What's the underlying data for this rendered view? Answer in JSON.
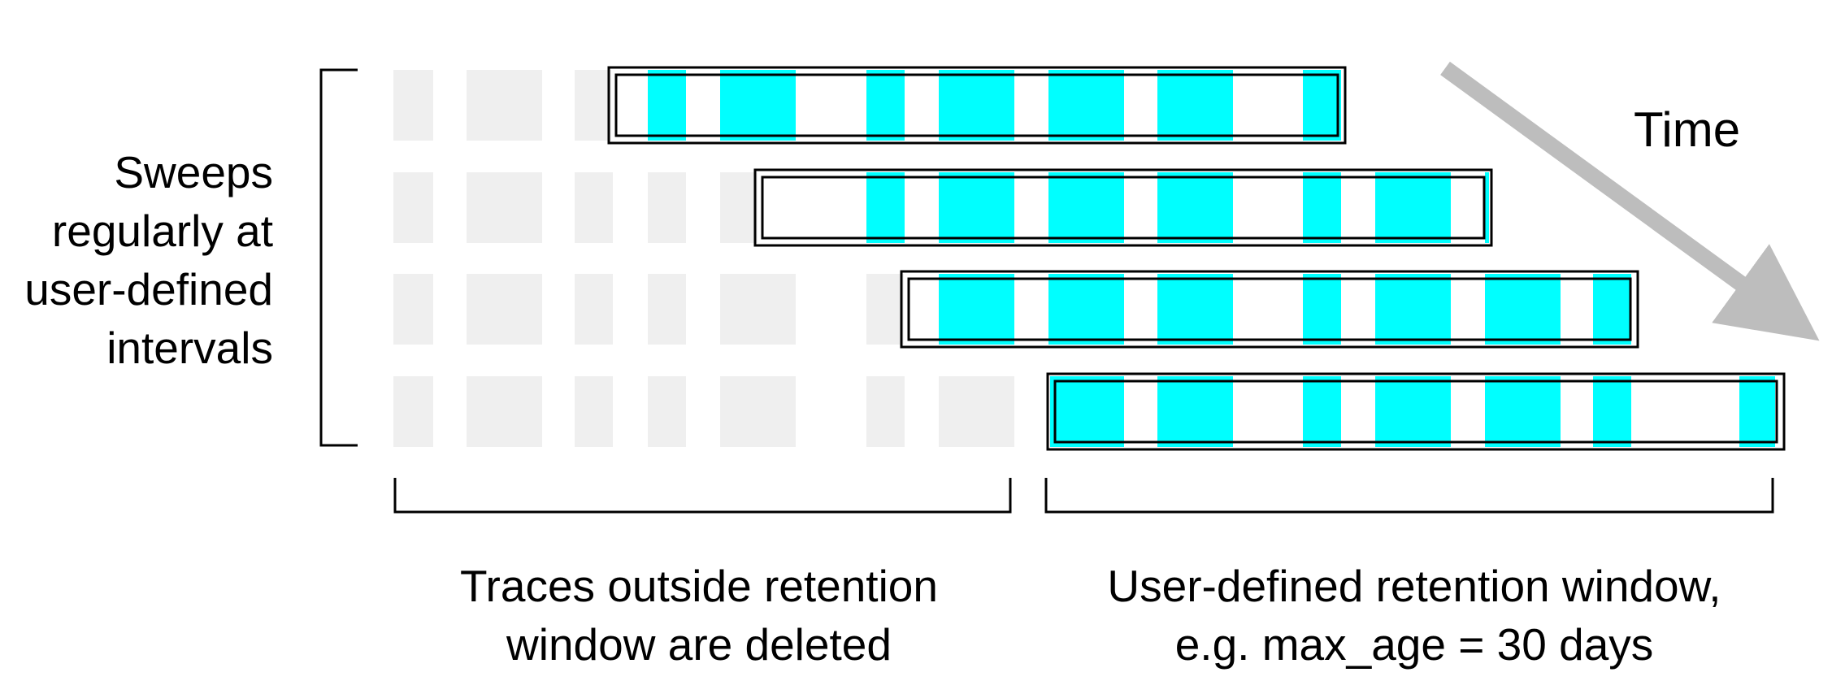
{
  "colors": {
    "retained_trace": "#00ffff",
    "deleted_trace": "#efefef",
    "arrow": "#bdbdbd",
    "window_outline": "#000000"
  },
  "labels": {
    "sweeps": [
      "Sweeps",
      "regularly at",
      "user-defined",
      "intervals"
    ],
    "time": "Time",
    "deleted": [
      "Traces outside retention",
      "window are deleted"
    ],
    "window": [
      "User-defined retention window,",
      "e.g. max_age = 30 days"
    ]
  },
  "diagram": {
    "rows": 4,
    "traces_per_row": 17,
    "retained": [
      [
        false,
        false,
        false,
        true,
        true,
        false,
        true,
        true,
        true,
        true,
        false,
        true,
        false,
        false,
        false,
        false,
        false
      ],
      [
        false,
        false,
        false,
        false,
        false,
        false,
        true,
        true,
        true,
        true,
        false,
        true,
        true,
        false,
        false,
        false,
        false
      ],
      [
        false,
        false,
        false,
        false,
        false,
        false,
        false,
        true,
        true,
        true,
        false,
        true,
        true,
        true,
        true,
        false,
        false
      ],
      [
        false,
        false,
        false,
        false,
        false,
        false,
        false,
        false,
        true,
        true,
        false,
        true,
        true,
        true,
        true,
        false,
        true
      ]
    ]
  }
}
